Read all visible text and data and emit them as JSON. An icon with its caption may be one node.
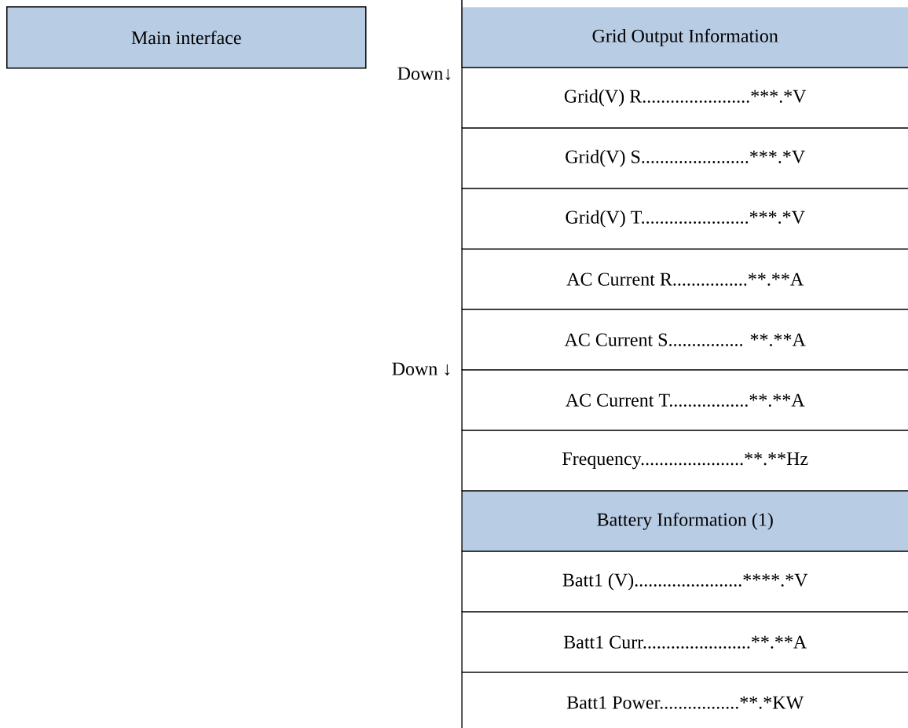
{
  "diagram": {
    "nodes": [
      {
        "text": [
          "Main interface"
        ]
      },
      {
        "text": [
          "Grid Output Information"
        ]
      },
      {
        "text": [
          "Grid(V) R.......................***.*V"
        ]
      },
      {
        "text": [
          "Grid(V) S.......................***.*V"
        ]
      },
      {
        "text": [
          "Grid(V) T.......................***.*V"
        ]
      },
      {
        "text": [
          "AC Current R................**.**A"
        ]
      },
      {
        "text": [
          "AC Current S................ **.**A"
        ]
      },
      {
        "text": [
          "AC Current T.................**.**A"
        ]
      },
      {
        "text": [
          "Frequency......................**.**Hz"
        ]
      },
      {
        "text": [
          "Battery Information (1)"
        ]
      },
      {
        "text": [
          "Batt1 (V).......................****.*V"
        ]
      },
      {
        "text": [
          "Batt1 Curr.......................**.**A"
        ]
      },
      {
        "text": [
          "Batt1 Power.................**.*KW"
        ]
      }
    ],
    "labels": [
      "Down↓",
      "Down ↓"
    ]
  }
}
